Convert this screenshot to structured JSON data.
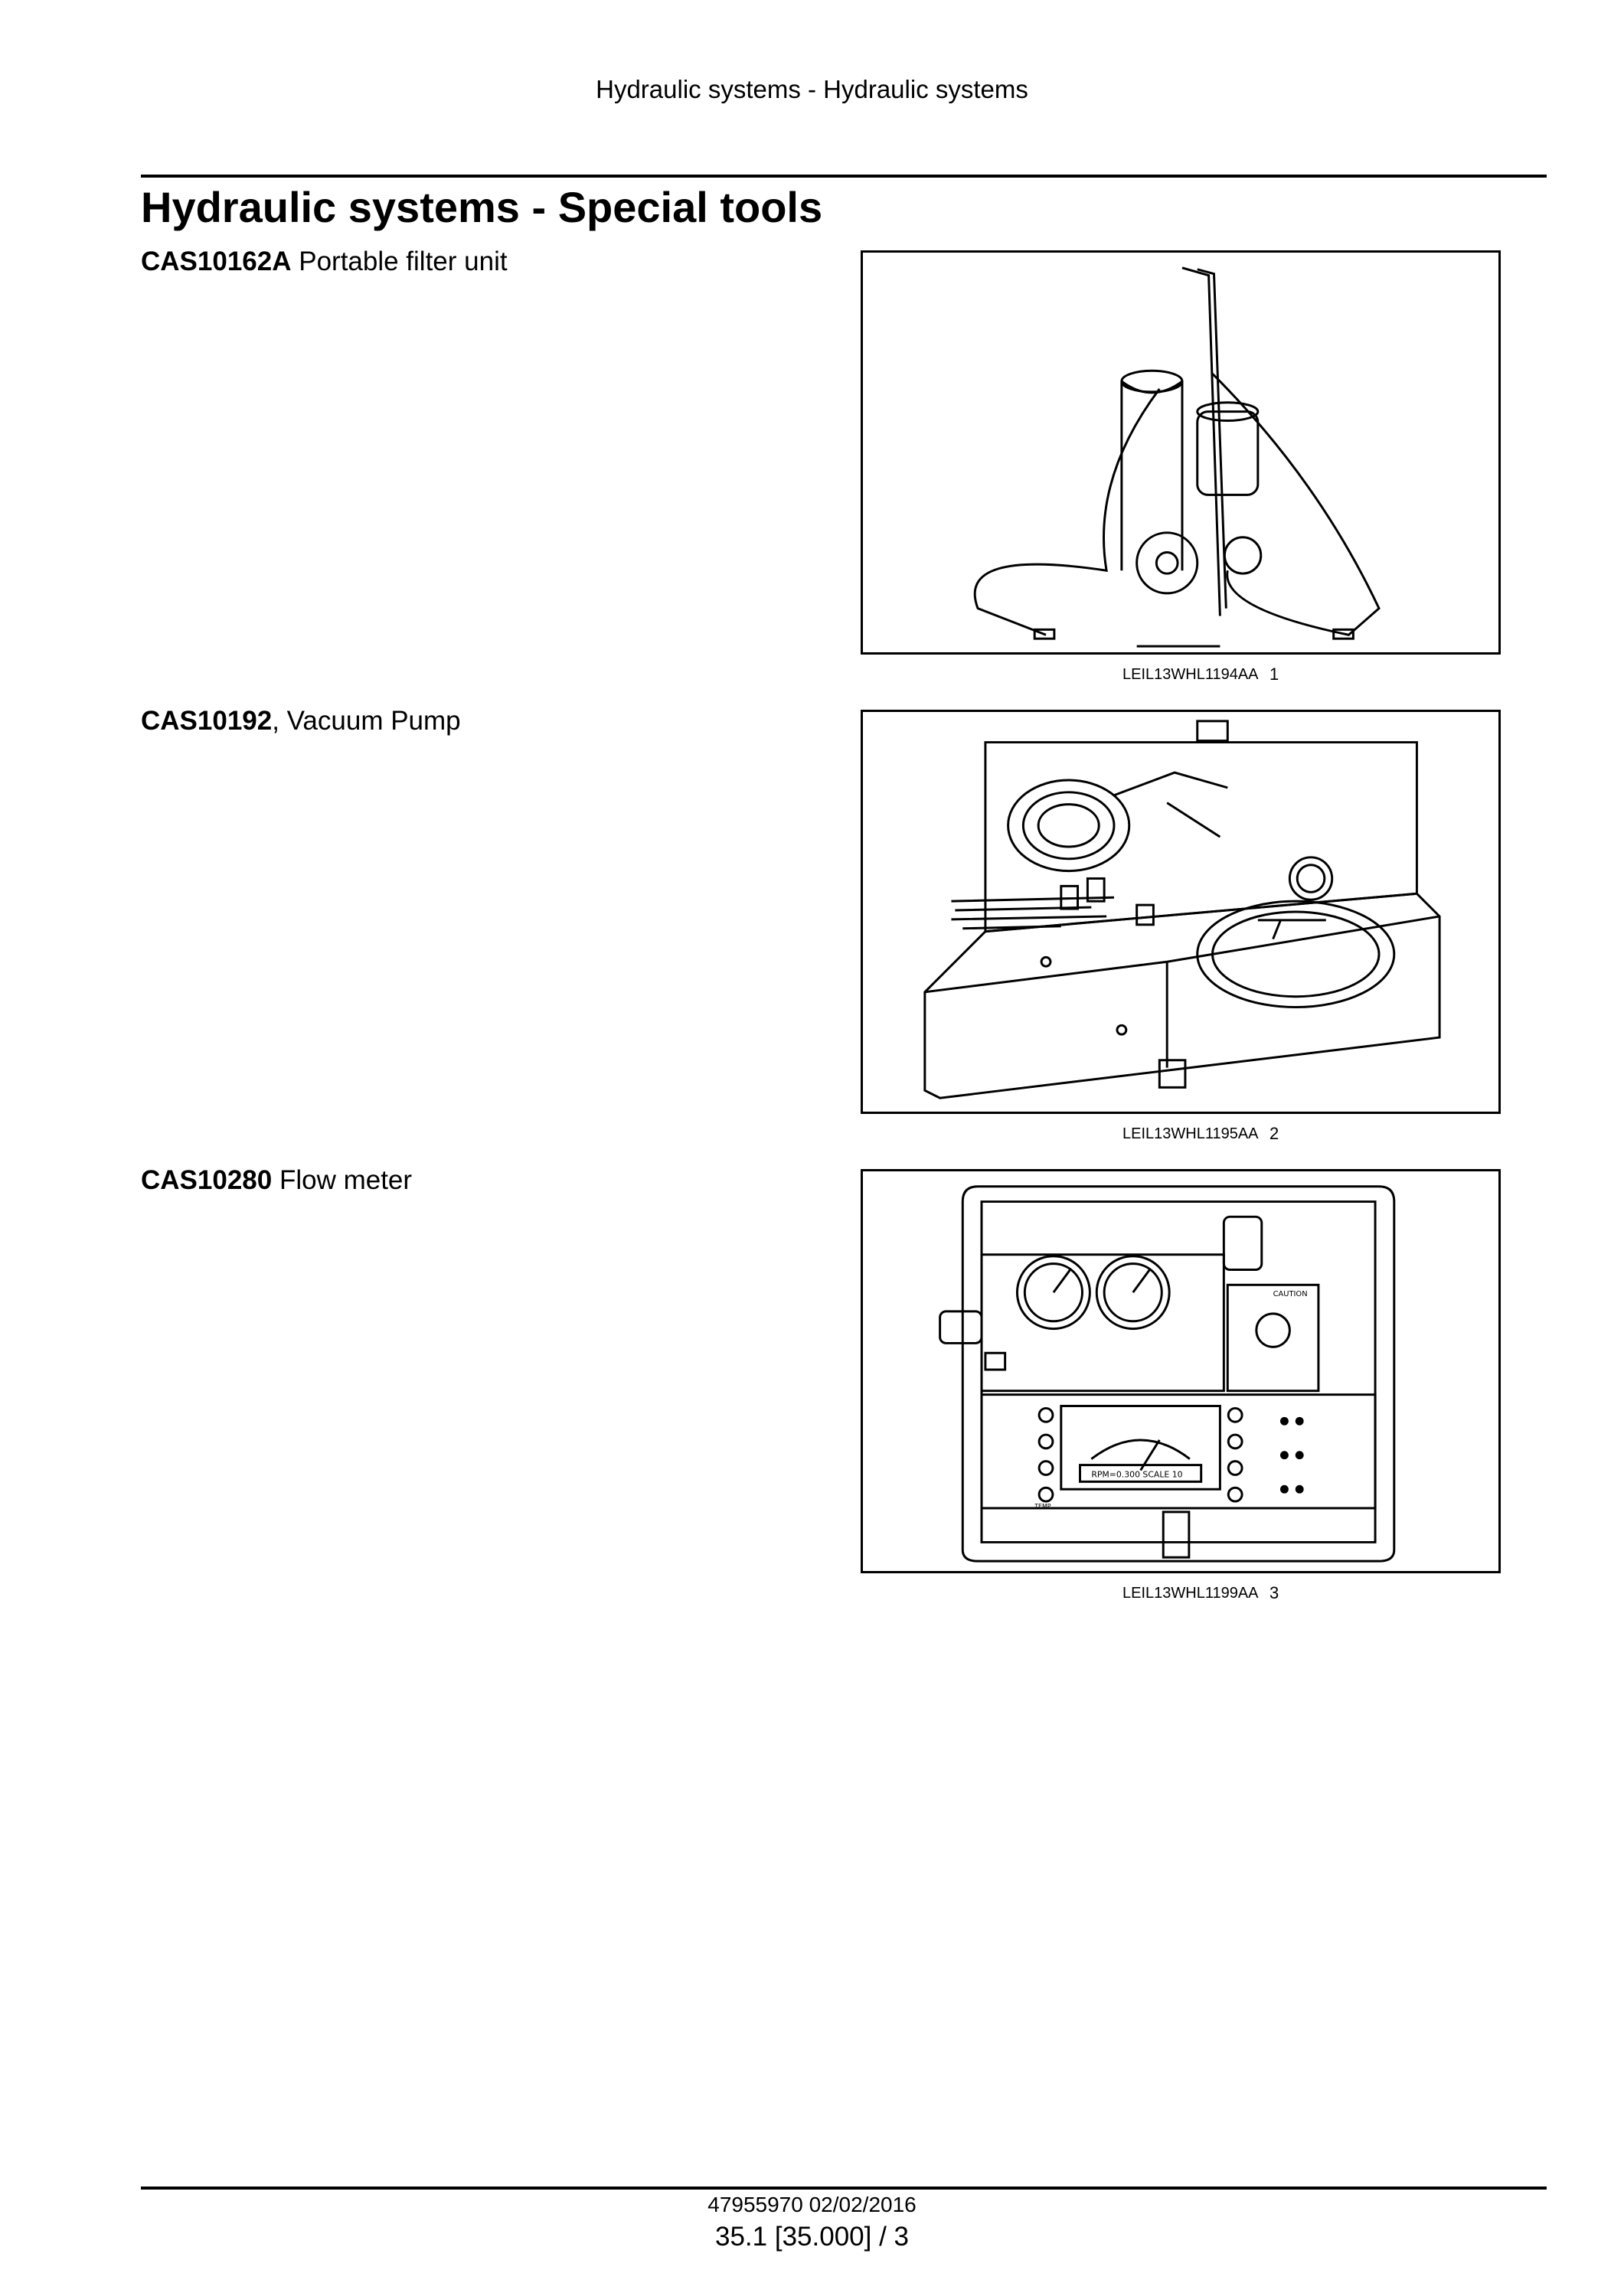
{
  "header": {
    "running_title": "Hydraulic systems - Hydraulic systems"
  },
  "page_title": "Hydraulic systems - Special tools",
  "tools": [
    {
      "code": "CAS10162A",
      "name": " Portable filter unit",
      "figure_ref": "LEIL13WHL1194AA",
      "figure_number": "1",
      "figure_icon": "portable-filter-unit-illustration"
    },
    {
      "code": "CAS10192",
      "name": ", Vacuum Pump",
      "figure_ref": "LEIL13WHL1195AA",
      "figure_number": "2",
      "figure_icon": "vacuum-pump-kit-illustration"
    },
    {
      "code": "CAS10280",
      "name": " Flow meter",
      "figure_ref": "LEIL13WHL1199AA",
      "figure_number": "3",
      "figure_icon": "flow-meter-illustration"
    }
  ],
  "figure_text": {
    "caution": "CAUTION",
    "scale": "RPM=0.300 SCALE 10",
    "temp": "TEMP"
  },
  "footer": {
    "doc_date": "47955970 02/02/2016",
    "page_ref": "35.1 [35.000] / 3"
  }
}
